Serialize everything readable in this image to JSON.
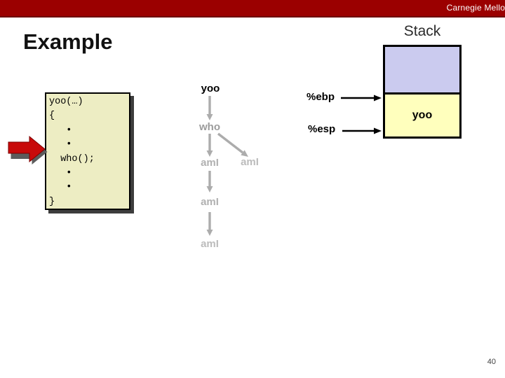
{
  "header": {
    "brand": "Carnegie Mellon"
  },
  "slide": {
    "title": "Example",
    "page_number": "40"
  },
  "code_box": {
    "lines": [
      "yoo(…)",
      "{",
      "   •",
      "   •",
      "  who();",
      "   •",
      "   •",
      "}"
    ]
  },
  "call_chain": {
    "nodes": [
      {
        "label": "yoo",
        "state": "current"
      },
      {
        "label": "who",
        "state": "dimmed"
      },
      {
        "label": "amI",
        "state": "dimmed"
      },
      {
        "label": "amI",
        "state": "dimmed"
      },
      {
        "label": "amI",
        "state": "dimmed"
      },
      {
        "label": "amI",
        "state": "dimmed"
      }
    ]
  },
  "registers": {
    "ebp": "%ebp",
    "esp": "%esp"
  },
  "stack": {
    "title": "Stack",
    "frame_label": "yoo"
  },
  "colors": {
    "header_bar": "#9B0000",
    "red_arrow": "#C80A0A",
    "code_box_bg": "#EDEDC3",
    "stack_upper_bg": "#CBCBEF",
    "stack_frame_bg": "#FFFFBD",
    "dimmed_text": "#b1b1b1",
    "dimmed_arrow": "#acacac"
  }
}
